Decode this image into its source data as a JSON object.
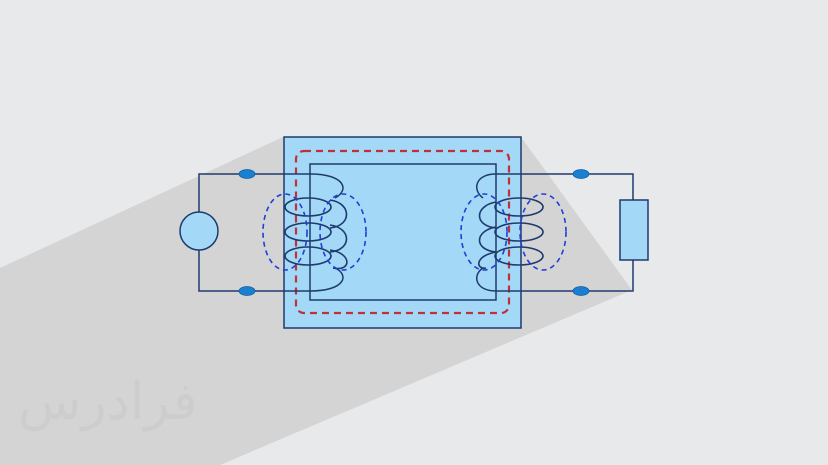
{
  "diagram": {
    "type": "transformer-circuit",
    "parts": {
      "source": "ac-source",
      "core": "transformer-core",
      "primary": "primary-winding",
      "secondary": "secondary-winding",
      "load": "resistor-load",
      "flux": "magnetic-flux-path"
    }
  },
  "colors": {
    "background": "#e8e9eb",
    "shadow": "#d4d4d4",
    "core_fill": "#a3d9f6",
    "wire": "#1e3a6e",
    "terminal": "#1a7fd1",
    "flux_main": "#c0303a",
    "flux_leak": "#1f3fd6"
  },
  "watermark": {
    "text": "فرادرس"
  }
}
